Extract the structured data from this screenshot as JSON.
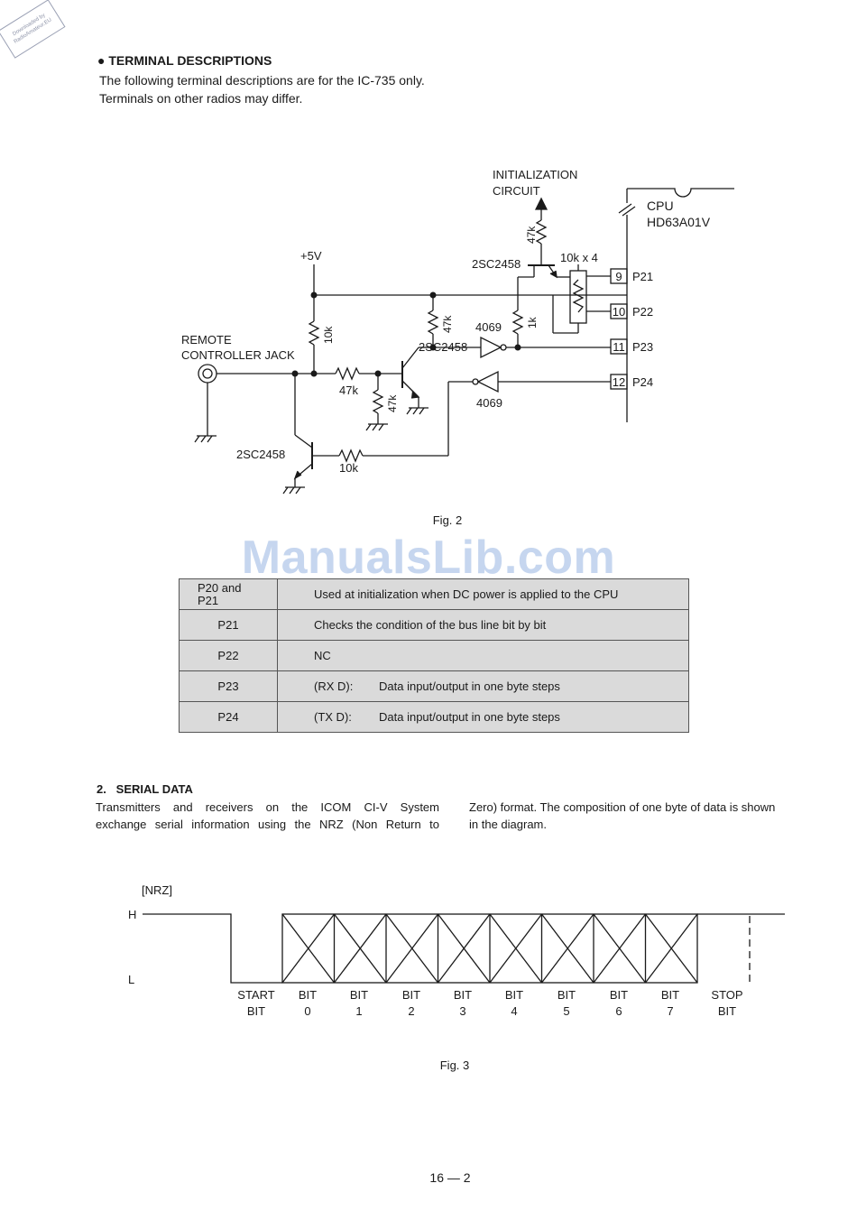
{
  "stamp": "Downloaded by RadioAmateur.EU",
  "section1": {
    "heading": "TERMINAL DESCRIPTIONS",
    "intro_line1": "The following terminal descriptions are for the IC-735 only.",
    "intro_line2": "Terminals on other radios may differ."
  },
  "fig2": {
    "caption": "Fig. 2",
    "labels": {
      "init_line1": "INITIALIZATION",
      "init_line2": "CIRCUIT",
      "cpu_line1": "CPU",
      "cpu_line2": "HD63A01V",
      "vcc": "+5V",
      "jack_line1": "REMOTE",
      "jack_line2": "CONTROLLER JACK",
      "transistor": "2SC2458",
      "r47k": "47k",
      "r10k": "10k",
      "r1k": "1k",
      "rnet": "10k x 4",
      "inverter": "4069"
    },
    "pins": [
      {
        "num": "9",
        "name": "P21"
      },
      {
        "num": "10",
        "name": "P22"
      },
      {
        "num": "11",
        "name": "P23"
      },
      {
        "num": "12",
        "name": "P24"
      }
    ]
  },
  "watermark": "ManualsLib.com",
  "terminal_table": [
    {
      "pin_line1": "P20 and",
      "pin_line2": "P21",
      "mode": "",
      "description": "Used at initialization when DC power is applied to the CPU"
    },
    {
      "pin_line1": "P21",
      "pin_line2": "",
      "mode": "",
      "description": "Checks the condition of the bus line bit by bit"
    },
    {
      "pin_line1": "P22",
      "pin_line2": "",
      "mode": "",
      "description": "NC"
    },
    {
      "pin_line1": "P23",
      "pin_line2": "",
      "mode": "(RX D):",
      "description": "Data input/output in one byte steps"
    },
    {
      "pin_line1": "P24",
      "pin_line2": "",
      "mode": "(TX D):",
      "description": "Data input/output in one byte steps"
    }
  ],
  "section2": {
    "heading": "2.   SERIAL DATA",
    "col1_line1": "Transmitters and receivers on the ICOM CI-V System",
    "col1_line2": "exchange serial information using the NRZ (Non Return to",
    "col2_line1": "Zero) format. The composition of one byte of data is shown",
    "col2_line2": "in the diagram."
  },
  "fig3": {
    "caption": "Fig. 3",
    "nrz_label": "[NRZ]",
    "high_label": "H",
    "low_label": "L",
    "bit_labels": [
      {
        "top": "START",
        "bottom": "BIT"
      },
      {
        "top": "BIT",
        "bottom": "0"
      },
      {
        "top": "BIT",
        "bottom": "1"
      },
      {
        "top": "BIT",
        "bottom": "2"
      },
      {
        "top": "BIT",
        "bottom": "3"
      },
      {
        "top": "BIT",
        "bottom": "4"
      },
      {
        "top": "BIT",
        "bottom": "5"
      },
      {
        "top": "BIT",
        "bottom": "6"
      },
      {
        "top": "BIT",
        "bottom": "7"
      },
      {
        "top": "STOP",
        "bottom": "BIT"
      }
    ]
  },
  "page_number": "16 — 2"
}
